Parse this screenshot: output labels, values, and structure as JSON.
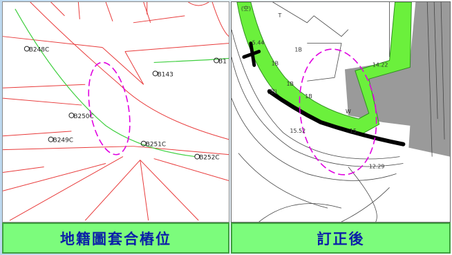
{
  "left_panel": {
    "caption": "地籍圖套合樁位",
    "stakes": [
      "B248C",
      "B1",
      "B143",
      "B250C",
      "B249C",
      "B251C",
      "B252C"
    ]
  },
  "right_panel": {
    "caption": "訂正後",
    "labels": [
      "5.44",
      "1B",
      "1B",
      "1B",
      "1B",
      "T",
      "(空)",
      "(空)",
      "14.22",
      "12.29",
      "W",
      "15",
      "15.52"
    ]
  },
  "colors": {
    "caption_bg": "#7cfc7c",
    "caption_text": "#0b1ea8",
    "parcel_line": "#e83a3a",
    "road_line": "#3fcf3f",
    "ellipse": "#e000e0",
    "green_band": "#6bf03c",
    "black_line": "#000000"
  }
}
